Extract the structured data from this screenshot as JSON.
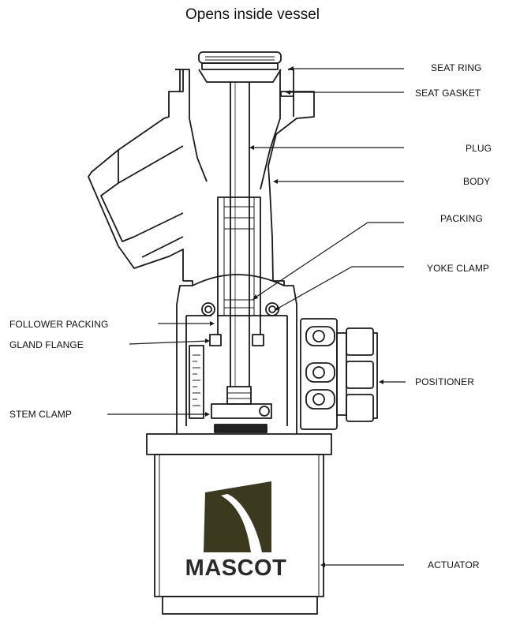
{
  "title": "Opens inside vessel",
  "labels": {
    "seat_ring": "SEAT RING",
    "seat_gasket": "SEAT GASKET",
    "plug": "PLUG",
    "body": "BODY",
    "packing": "PACKING",
    "yoke_clamp": "YOKE CLAMP",
    "follower_packing": "FOLLOWER PACKING",
    "gland_flange": "GLAND FLANGE",
    "positioner": "POSITIONER",
    "stem_clamp": "STEM CLAMP",
    "actuator": "ACTUATOR"
  },
  "logo": {
    "brand": "MASCOT",
    "mark_color": "#3b3a1e"
  }
}
